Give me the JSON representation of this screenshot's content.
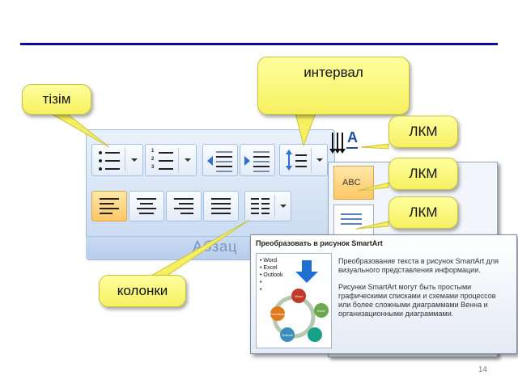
{
  "callouts": {
    "list": "тізім",
    "interval": "интервал",
    "lkm_top": "ЛКМ",
    "lkm_mid": "ЛКМ",
    "lkm_bottom": "ЛКМ",
    "columns": "колонки"
  },
  "ribbon": {
    "group_label": "Абзац",
    "buttons": [
      "bullets",
      "numbering",
      "decrease-indent",
      "increase-indent",
      "line-spacing",
      "align-left",
      "center",
      "align-right",
      "justify",
      "columns"
    ],
    "active_button": "align-left"
  },
  "gallery": {
    "tile_label": "ABC"
  },
  "tooltip": {
    "title": "Преобразовать в рисунок SmartArt",
    "desc1": "Преобразование текста в рисунок SmartArt для визуального представления информации.",
    "desc2": "Рисунки SmartArt могут быть простыми графическими списками и схемами процессов или более сложными диаграммами Венна и организационными диаграммами.",
    "thumb_items": [
      "Word",
      "Excel",
      "Outlook"
    ],
    "thumb_nodes": [
      "Word",
      "PowerPoint",
      "Excel",
      "Outlook"
    ]
  },
  "page_number": "14",
  "colors": {
    "callout": "#f6f060",
    "rule": "#0a0aa0",
    "ribbon": "#d3e2f4",
    "active": "#ffc766",
    "smartart_node": "#c0392b",
    "arrow": "#1f6fd0"
  }
}
